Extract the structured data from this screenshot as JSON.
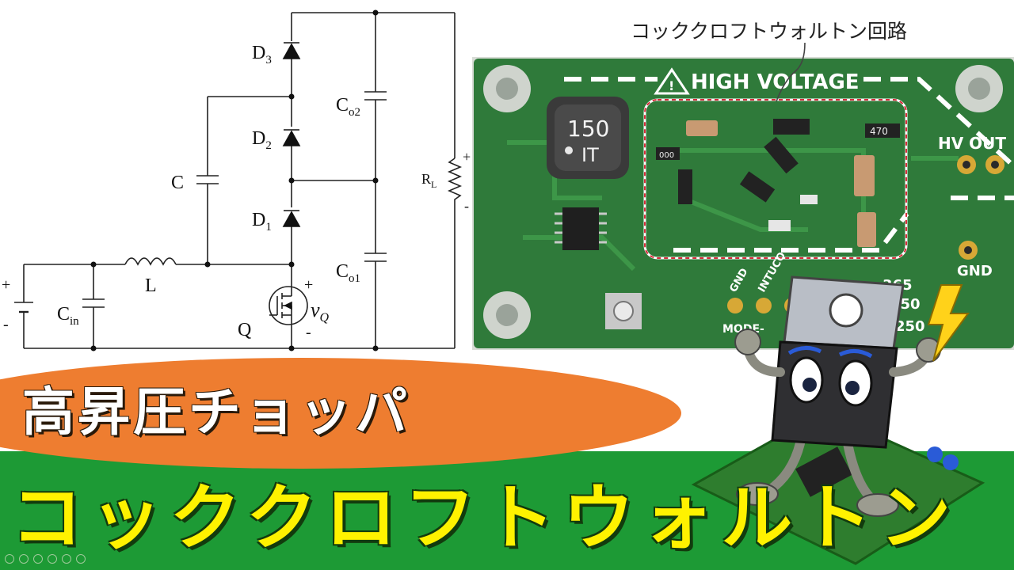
{
  "circuit": {
    "labels": {
      "d3": "D",
      "d3_sub": "3",
      "d2": "D",
      "d2_sub": "2",
      "d1": "D",
      "d1_sub": "1",
      "c": "C",
      "co2": "C",
      "co2_sub": "o2",
      "co1": "C",
      "co1_sub": "o1",
      "rl": "R",
      "rl_sub": "L",
      "l": "L",
      "cin": "C",
      "cin_sub": "in",
      "q": "Q",
      "vq": "v",
      "vq_sub": "Q",
      "plus": "+",
      "minus": "-"
    }
  },
  "board": {
    "warning": "HIGH VOLTAGE",
    "inductor_top": "150",
    "inductor_bottom": "IT",
    "hv_out": "HV OUT",
    "gnd": "GND",
    "resistor_code": "470",
    "small_code": "000",
    "pin_labels": [
      "GND",
      "INTUCO",
      "MODE-"
    ],
    "partial_text": [
      "365",
      "250",
      "250"
    ]
  },
  "callout": {
    "label": "コッククロフトウォルトン回路"
  },
  "titles": {
    "top": "高昇圧チョッパ",
    "bottom": "コッククロフトウォルトン"
  },
  "colors": {
    "orange": "#ee7d30",
    "green": "#1d9a35",
    "yellow": "#fff200",
    "pcb": "#2f7a3a",
    "highlight": "#d62b3a"
  }
}
